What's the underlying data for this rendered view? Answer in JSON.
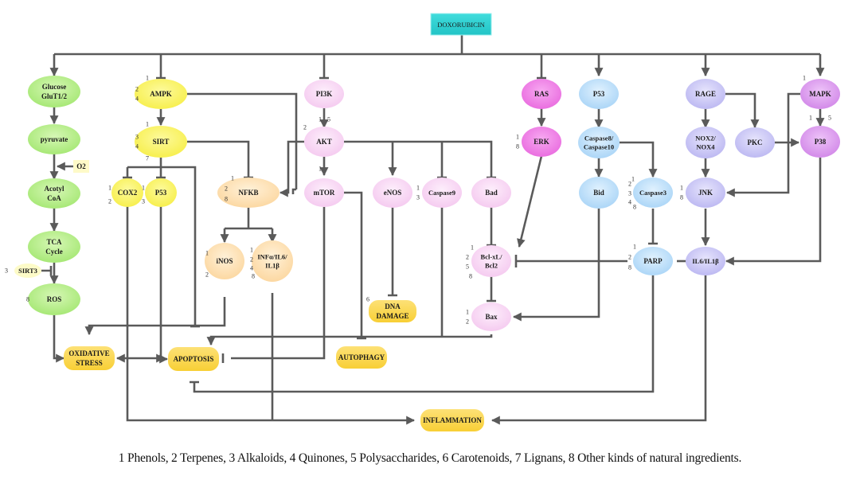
{
  "title": "Doxorubicin signaling pathways and natural ingredient classes",
  "colors": {
    "source": "#2ccfcf",
    "green": "#b9ef8a",
    "yellow": "#fbf56a",
    "orange": "#fde2b8",
    "pink": "#f8d6f4",
    "magenta": "#ef7fe6",
    "blue": "#bfe0fa",
    "lavender": "#cfccf7",
    "violet": "#dc9cf0",
    "outcome": "#fbd84b",
    "edge": "#5a5a5a"
  },
  "nodes": {
    "doxorubicin": {
      "label": "DOXORUBICIN"
    },
    "glucose": {
      "label": [
        "Glucose",
        "GluT1/2"
      ],
      "numbers": []
    },
    "pyruvate": {
      "label": [
        "pyruvate"
      ],
      "numbers": []
    },
    "o2": {
      "label": [
        "O2"
      ]
    },
    "acetyl_coa": {
      "label": [
        "Acotyl",
        "CoA"
      ],
      "numbers": []
    },
    "tca": {
      "label": [
        "TCA",
        "Cycle"
      ],
      "numbers": []
    },
    "sirt3": {
      "label": [
        "SIRT3"
      ],
      "numbers": [
        "3"
      ]
    },
    "ros": {
      "label": [
        "ROS"
      ],
      "numbers": [
        "8"
      ]
    },
    "ampk": {
      "label": [
        "AMPK"
      ],
      "numbers": [
        "1",
        "2",
        "4"
      ]
    },
    "sirt": {
      "label": [
        "SIRT"
      ],
      "numbers": [
        "1",
        "3",
        "4",
        "7"
      ]
    },
    "cox2": {
      "label": [
        "COX2"
      ],
      "numbers": [
        "1",
        "2"
      ]
    },
    "p53_left": {
      "label": [
        "P53"
      ],
      "numbers": [
        "1",
        "3"
      ]
    },
    "nfkb": {
      "label": [
        "NFKB"
      ],
      "numbers": [
        "1",
        "2",
        "8"
      ]
    },
    "inos": {
      "label": [
        "iNOS"
      ],
      "numbers": [
        "1",
        "2"
      ]
    },
    "infa": {
      "label": [
        "INFα/IL6/",
        "IL1β"
      ],
      "numbers": [
        "1",
        "2",
        "4",
        "8"
      ]
    },
    "pi3k": {
      "label": [
        "PI3K"
      ],
      "numbers": []
    },
    "akt": {
      "label": [
        "AKT"
      ],
      "numbers": [
        "1",
        "5",
        "2"
      ]
    },
    "mtor": {
      "label": [
        "mTOR"
      ],
      "numbers": [
        "1"
      ]
    },
    "enos": {
      "label": [
        "eNOS"
      ],
      "numbers": []
    },
    "caspase9": {
      "label": [
        "Caspase9"
      ],
      "numbers": [
        "1",
        "3"
      ]
    },
    "bad": {
      "label": [
        "Bad"
      ],
      "numbers": []
    },
    "dna_damage": {
      "label": [
        "DNA",
        "DAMAGE"
      ],
      "numbers": [
        "6"
      ]
    },
    "ras": {
      "label": [
        "RAS"
      ],
      "numbers": []
    },
    "erk": {
      "label": [
        "ERK"
      ],
      "numbers": [
        "1",
        "8"
      ]
    },
    "bcl": {
      "label": [
        "Bcl-xL/",
        "Bcl2"
      ],
      "numbers": [
        "1",
        "2",
        "5",
        "8"
      ]
    },
    "bax": {
      "label": [
        "Bax"
      ],
      "numbers": [
        "1",
        "2"
      ]
    },
    "p53_right": {
      "label": [
        "P53"
      ],
      "numbers": []
    },
    "caspase8": {
      "label": [
        "Caspase8/",
        "Caspase10"
      ],
      "numbers": []
    },
    "bid": {
      "label": [
        "Bid"
      ],
      "numbers": []
    },
    "caspase3": {
      "label": [
        "Caspase3"
      ],
      "numbers": [
        "1",
        "2",
        "3",
        "4",
        "8"
      ]
    },
    "parp": {
      "label": [
        "PARP"
      ],
      "numbers": [
        "1",
        "2",
        "8"
      ]
    },
    "rage": {
      "label": [
        "RAGE"
      ],
      "numbers": []
    },
    "nox": {
      "label": [
        "NOX2/",
        "NOX4"
      ],
      "numbers": []
    },
    "pkc": {
      "label": [
        "PKC"
      ],
      "numbers": []
    },
    "jnk": {
      "label": [
        "JNK"
      ],
      "numbers": [
        "1",
        "8"
      ]
    },
    "il6": {
      "label": [
        "IL6/IL1β"
      ],
      "numbers": []
    },
    "mapk": {
      "label": [
        "MAPK"
      ],
      "numbers": [
        "1"
      ]
    },
    "p38": {
      "label": [
        "P38"
      ],
      "numbers": [
        "1",
        "5"
      ]
    },
    "oxidative_stress": {
      "label": [
        "OXIDATIVE",
        "STRESS"
      ]
    },
    "apoptosis": {
      "label": [
        "APOPTOSIS"
      ]
    },
    "autophagy": {
      "label": [
        "AUTOPHAGY"
      ]
    },
    "inflammation": {
      "label": [
        "INFLAMMATION"
      ]
    }
  },
  "legend": "1 Phenols, 2  Terpenes, 3  Alkaloids, 4  Quinones, 5  Polysaccharides, 6  Carotenoids, 7  Lignans, 8  Other kinds of natural ingredients."
}
